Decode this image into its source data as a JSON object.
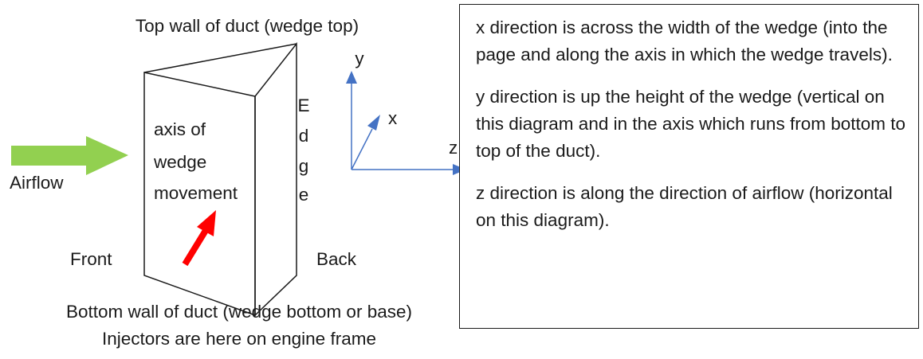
{
  "diagram": {
    "top_label": "Top wall of duct (wedge top)",
    "bottom_label_line1": "Bottom wall of duct (wedge bottom or base)",
    "bottom_label_line2": "Injectors are here on engine frame",
    "airflow_label": "Airflow",
    "front_label": "Front",
    "back_label": "Back",
    "axis_label_lines": [
      "axis of",
      "wedge",
      "movement"
    ],
    "edge_letters": [
      "E",
      "d",
      "g",
      "e"
    ],
    "axes": {
      "x": "x",
      "y": "y",
      "z": "z"
    },
    "colors": {
      "airflow_arrow": "#92d050",
      "movement_arrow": "#ff0000",
      "axis_arrows": "#4472c4",
      "wedge_outline": "#1a1a1a"
    }
  },
  "info_box": {
    "paragraphs": [
      "x direction is across the width of the wedge (into the page and along the axis in which the wedge travels).",
      "y direction is up the height of the wedge (vertical on this diagram and in the axis which runs from bottom to top of the duct).",
      "z direction is along the direction of airflow (horizontal on this diagram)."
    ]
  }
}
